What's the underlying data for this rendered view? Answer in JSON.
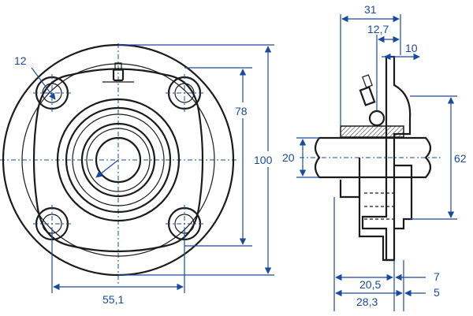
{
  "front_view": {
    "dim_hole": "12",
    "dim_78": "78",
    "dim_100": "100",
    "dim_551": "55,1"
  },
  "side_view": {
    "dim_31": "31",
    "dim_127": "12,7",
    "dim_10": "10",
    "dim_20": "20",
    "dim_62": "62",
    "dim_205": "20,5",
    "dim_7": "7",
    "dim_283": "28,3",
    "dim_5": "5"
  }
}
